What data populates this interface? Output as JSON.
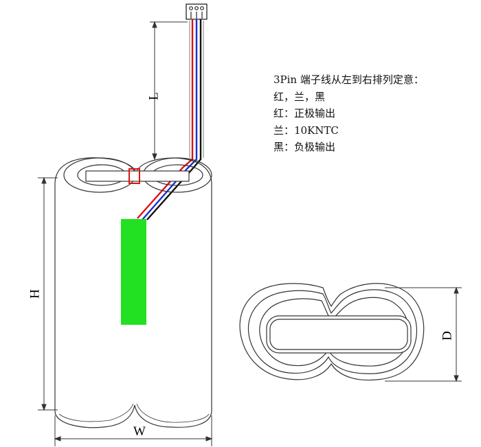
{
  "notes": [
    "3Pin 端子线从左到右排列定意：",
    "红，兰，黑",
    "红：正极输出",
    "兰：10KNTC",
    "黑：负极输出"
  ],
  "dimensions": {
    "length": "L",
    "height": "H",
    "width": "W",
    "depth": "D"
  },
  "colors": {
    "wire_red": "#e01010",
    "wire_blue": "#1a2fd0",
    "wire_black": "#111111",
    "label_green": "#22e022",
    "tape_red": "#e01010",
    "outline": "#333333"
  }
}
